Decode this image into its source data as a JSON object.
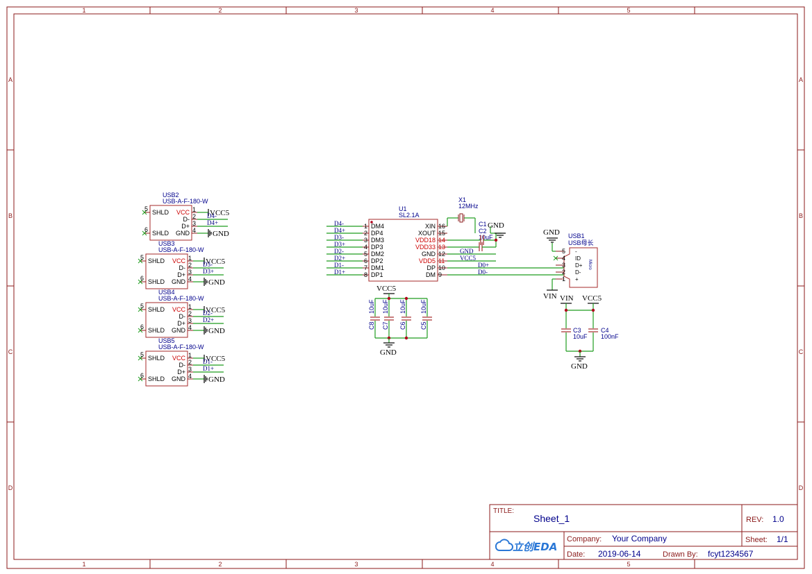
{
  "frame": {
    "cols": [
      "1",
      "2",
      "3",
      "4",
      "5"
    ],
    "rows": [
      "A",
      "B",
      "C",
      "D"
    ]
  },
  "usb_connectors": [
    {
      "ref": "USB2",
      "part": "USB-A-F-180-W",
      "dm": "D4-",
      "dp": "D4+"
    },
    {
      "ref": "USB3",
      "part": "USB-A-F-180-W",
      "dm": "D3-",
      "dp": "D3+"
    },
    {
      "ref": "USB4",
      "part": "USB-A-F-180-W",
      "dm": "D2-",
      "dp": "D2+"
    },
    {
      "ref": "USB5",
      "part": "USB-A-F-180-W",
      "dm": "D1-",
      "dp": "D1+"
    }
  ],
  "usb_pins": {
    "shld": "SHLD",
    "vcc": "VCC",
    "dminus": "D-",
    "dplus": "D+",
    "gnd": "GND",
    "n1": "1",
    "n2": "2",
    "n3": "3",
    "n4": "4",
    "n5": "5",
    "n6": "6"
  },
  "power": {
    "vcc5": "VCC5",
    "gnd": "GND",
    "vin": "VIN"
  },
  "u1": {
    "ref": "U1",
    "part": "SL2.1A",
    "left_pins": [
      {
        "num": "1",
        "name": "DM4",
        "net": "D4-"
      },
      {
        "num": "2",
        "name": "DP4",
        "net": "D4+"
      },
      {
        "num": "3",
        "name": "DM3",
        "net": "D3-"
      },
      {
        "num": "4",
        "name": "DP3",
        "net": "D3+"
      },
      {
        "num": "5",
        "name": "DM2",
        "net": "D2-"
      },
      {
        "num": "6",
        "name": "DP2",
        "net": "D2+"
      },
      {
        "num": "7",
        "name": "DM1",
        "net": "D1-"
      },
      {
        "num": "8",
        "name": "DP1",
        "net": "D1+"
      }
    ],
    "right_pins": [
      {
        "num": "16",
        "name": "XIN",
        "net": "",
        "red": false
      },
      {
        "num": "15",
        "name": "XOUT",
        "net": "",
        "red": false
      },
      {
        "num": "14",
        "name": "VDD18",
        "net": "",
        "red": true
      },
      {
        "num": "13",
        "name": "VDD33",
        "net": "",
        "red": true
      },
      {
        "num": "12",
        "name": "GND",
        "net": "GND",
        "red": false
      },
      {
        "num": "11",
        "name": "VDD5",
        "net": "VCC5",
        "red": true
      },
      {
        "num": "10",
        "name": "DP",
        "net": "D0+",
        "red": false
      },
      {
        "num": "9",
        "name": "DM",
        "net": "D0-",
        "red": false
      }
    ]
  },
  "crystal": {
    "ref": "X1",
    "value": "12MHz"
  },
  "c1": {
    "ref": "C1",
    "value": "10uF"
  },
  "c2": {
    "ref": "C2",
    "value": ""
  },
  "bottom_caps": [
    {
      "ref": "C8",
      "value": "10uF"
    },
    {
      "ref": "C7",
      "value": "10uF"
    },
    {
      "ref": "C6",
      "value": "10uF"
    },
    {
      "ref": "C5",
      "value": "10uF"
    }
  ],
  "usb1": {
    "ref": "USB1",
    "part": "USB母长",
    "micro": "Micro",
    "pins": [
      {
        "num": "5",
        "name": "-"
      },
      {
        "num": "4",
        "name": "ID"
      },
      {
        "num": "3",
        "name": "D+"
      },
      {
        "num": "2",
        "name": "D-"
      },
      {
        "num": "1",
        "name": "+"
      }
    ]
  },
  "c3": {
    "ref": "C3",
    "value": "10uF"
  },
  "c4": {
    "ref": "C4",
    "value": "100nF"
  },
  "title_block": {
    "title_label": "TITLE:",
    "title": "Sheet_1",
    "rev_label": "REV:",
    "rev": "1.0",
    "company_label": "Company:",
    "company": "Your Company",
    "sheet_label": "Sheet:",
    "sheet": "1/1",
    "date_label": "Date:",
    "date": "2019-06-14",
    "drawn_label": "Drawn By:",
    "drawn": "fcyt1234567",
    "logo_text": "立创EDA"
  },
  "colors": {
    "frame": "#8b1a1a",
    "wire": "#1f9c1f",
    "net": "#000080",
    "pin_red": "#cc0000",
    "junction": "#b0001a"
  }
}
